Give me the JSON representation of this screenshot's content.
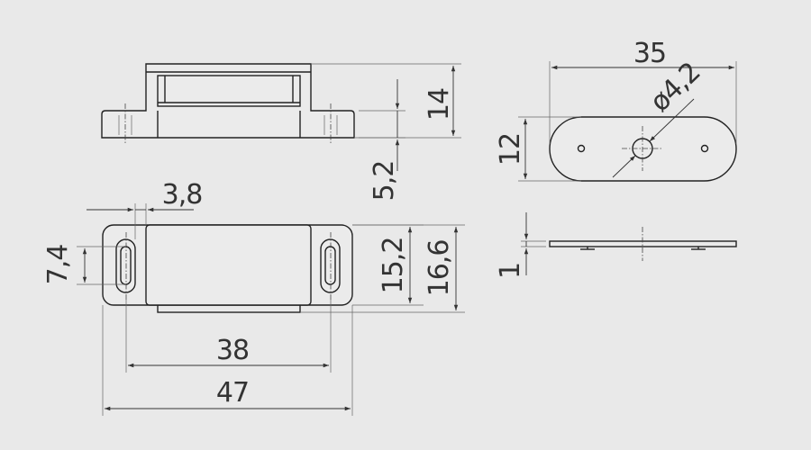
{
  "dimensions": {
    "side_height": "14",
    "flange_height": "5,2",
    "top_width": "35",
    "top_height": "12",
    "hole_diameter": "ø4,2",
    "slot_width": "7,4",
    "slot_offset": "3,8",
    "body_width": "15,2",
    "total_width": "16,6",
    "hole_spacing": "38",
    "total_length": "47",
    "plate_thickness": "1"
  },
  "colors": {
    "background": "#e9e9e9",
    "line": "#222222"
  }
}
